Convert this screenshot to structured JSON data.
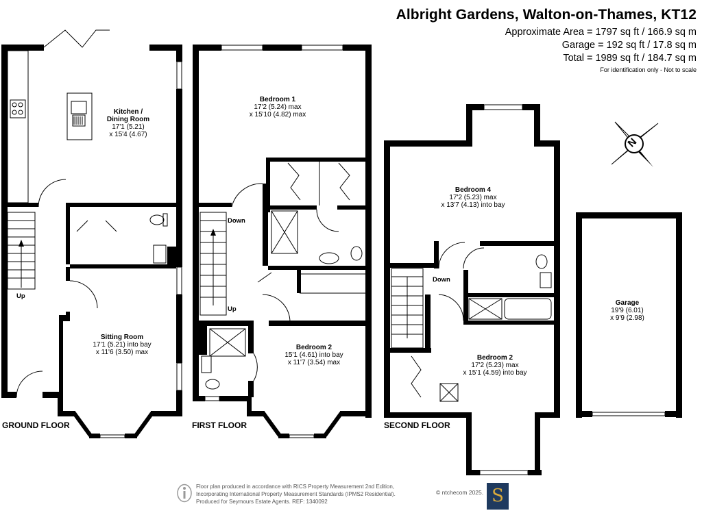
{
  "header": {
    "title": "Albright Gardens, Walton-on-Thames, KT12",
    "approx_area": "Approximate Area = 1797 sq ft / 166.9 sq m",
    "garage_area": "Garage = 192 sq ft / 17.8 sq m",
    "total_area": "Total = 1989 sq ft / 184.7 sq m",
    "identification": "For identification only - Not to scale"
  },
  "floors": {
    "ground": "GROUND FLOOR",
    "first": "FIRST FLOOR",
    "second": "SECOND FLOOR"
  },
  "rooms": {
    "kitchen": {
      "name1": "Kitchen /",
      "name2": "Dining Room",
      "dim1": "17'1 (5.21)",
      "dim2": "x 15'4 (4.67)"
    },
    "sitting": {
      "name": "Sitting Room",
      "dim1": "17'1 (5.21) into bay",
      "dim2": "x 11'6 (3.50) max"
    },
    "bedroom1": {
      "name": "Bedroom 1",
      "dim1": "17'2 (5.24) max",
      "dim2": "x 15'10 (4.82) max"
    },
    "bedroom2_first": {
      "name": "Bedroom 2",
      "dim1": "15'1 (4.61) into bay",
      "dim2": "x 11'7 (3.54) max"
    },
    "bedroom4": {
      "name": "Bedroom 4",
      "dim1": "17'2 (5.23) max",
      "dim2": "x 13'7 (4.13) into bay"
    },
    "bedroom2_second": {
      "name": "Bedroom 2",
      "dim1": "17'2 (5.23) max",
      "dim2": "x 15'1 (4.59) into bay"
    },
    "garage": {
      "name": "Garage",
      "dim1": "19'9 (6.01)",
      "dim2": "x 9'9 (2.98)"
    }
  },
  "stairs": {
    "up_ground": "Up",
    "down_first": "Down",
    "up_first": "Up",
    "down_second": "Down"
  },
  "compass": {
    "letter": "N"
  },
  "footer": {
    "line1": "Floor plan produced in accordance with RICS Property Measurement 2nd Edition,",
    "line2": "Incorporating International Property Measurement Standards (IPMS2 Residential).",
    "line3": "Produced for Seymours Estate Agents.   REF: 1340092",
    "copyright": "© ntchecom 2025.",
    "logo_letter": "S"
  },
  "colors": {
    "logo_bg": "#1f3a5f",
    "logo_fg": "#d9a93b",
    "walls": "#000000"
  }
}
